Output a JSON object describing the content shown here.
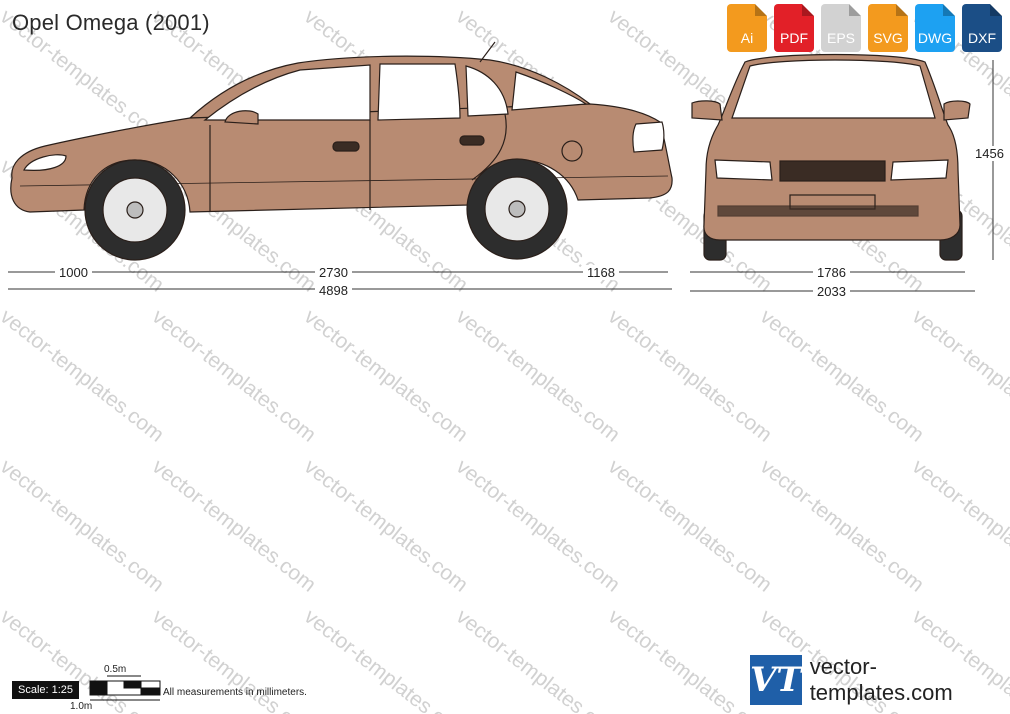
{
  "title": "Opel Omega (2001)",
  "watermark_text": "vector-templates.com",
  "formats": [
    {
      "label": "Ai",
      "color": "#f39a1e"
    },
    {
      "label": "PDF",
      "color": "#e22028"
    },
    {
      "label": "EPS",
      "color": "#d2d2d2"
    },
    {
      "label": "SVG",
      "color": "#f39a1e"
    },
    {
      "label": "DWG",
      "color": "#1da1f2"
    },
    {
      "label": "DXF",
      "color": "#1b4e86"
    }
  ],
  "car_color": "#b88b72",
  "dimensions": {
    "front_overhang": "1000",
    "wheelbase": "2730",
    "rear_overhang": "1168",
    "length": "4898",
    "track": "1786",
    "width": "2033",
    "height": "1456"
  },
  "scale": {
    "label": "Scale: 1:25",
    "half_meter": "0.5m",
    "one_meter": "1.0m"
  },
  "note": "All measurements in millimeters.",
  "brand": {
    "logo": "VT",
    "site": "vector-templates.com"
  }
}
